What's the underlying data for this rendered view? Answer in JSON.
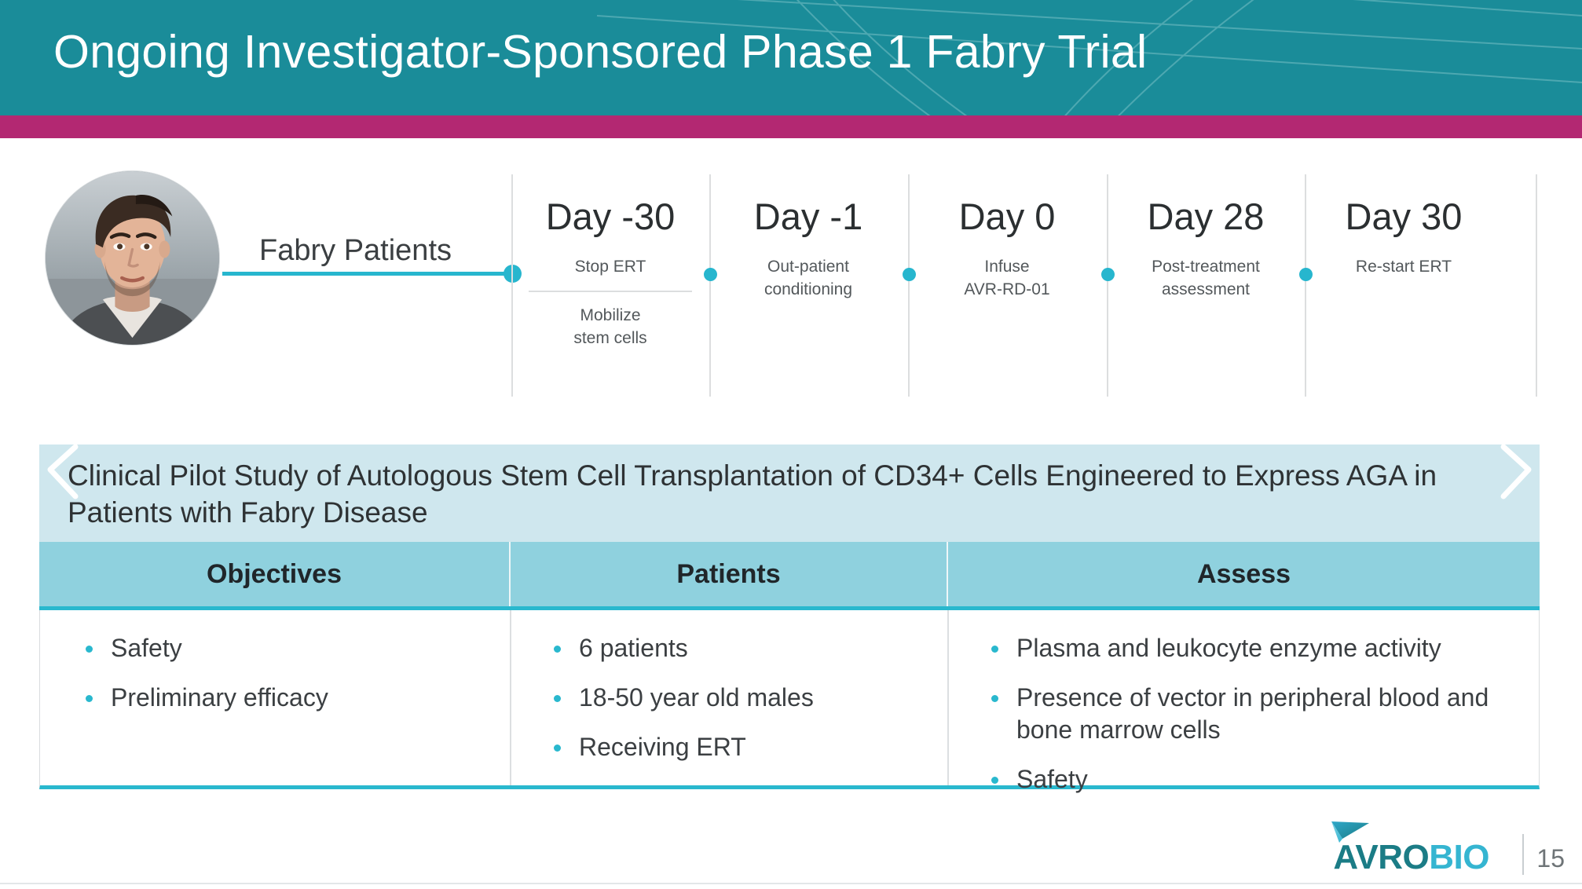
{
  "header": {
    "title": "Ongoing Investigator-Sponsored Phase 1 Fabry Trial",
    "bg_color": "#1A8C99",
    "accent_color": "#B32872"
  },
  "timeline": {
    "patient_label": "Fabry Patients",
    "avatar_alt": "photo of young male patient",
    "accent_color": "#27B6CE",
    "milestones": [
      {
        "day": "Day -30",
        "sub1": "Stop ERT",
        "sub2_line1": "Mobilize",
        "sub2_line2": "stem cells",
        "has_divider": true
      },
      {
        "day": "Day -1",
        "sub1_line1": "Out-patient",
        "sub1_line2": "conditioning",
        "has_divider": false
      },
      {
        "day": "Day 0",
        "sub1_line1": "Infuse",
        "sub1_line2": "AVR-RD-01",
        "has_divider": false
      },
      {
        "day": "Day 28",
        "sub1_line1": "Post-treatment",
        "sub1_line2": "assessment",
        "has_divider": false
      },
      {
        "day": "Day 30",
        "sub1_line1": "Re-start ERT",
        "sub1_line2": "",
        "has_divider": false
      }
    ]
  },
  "ribbon": {
    "text": "Clinical Pilot Study of Autologous Stem Cell Transplantation of CD34+ Cells Engineered to Express AGA in Patients with Fabry Disease",
    "bg_color": "#CFE7EE"
  },
  "table": {
    "header_bg": "#8FD1DE",
    "rule_color": "#29B8CE",
    "columns": [
      {
        "header": "Objectives",
        "items": [
          "Safety",
          "Preliminary efficacy"
        ]
      },
      {
        "header": "Patients",
        "items": [
          "6 patients",
          "18-50 year old males",
          "Receiving ERT"
        ]
      },
      {
        "header": "Assess",
        "items": [
          "Plasma and leukocyte enzyme activity",
          "Presence of vector in peripheral blood and bone marrow cells",
          "Safety"
        ]
      }
    ]
  },
  "footer": {
    "logo_primary": "AVRO",
    "logo_secondary": "BIO",
    "logo_primary_color": "#1B7C86",
    "logo_secondary_color": "#35B5D1",
    "page_number": "15"
  }
}
